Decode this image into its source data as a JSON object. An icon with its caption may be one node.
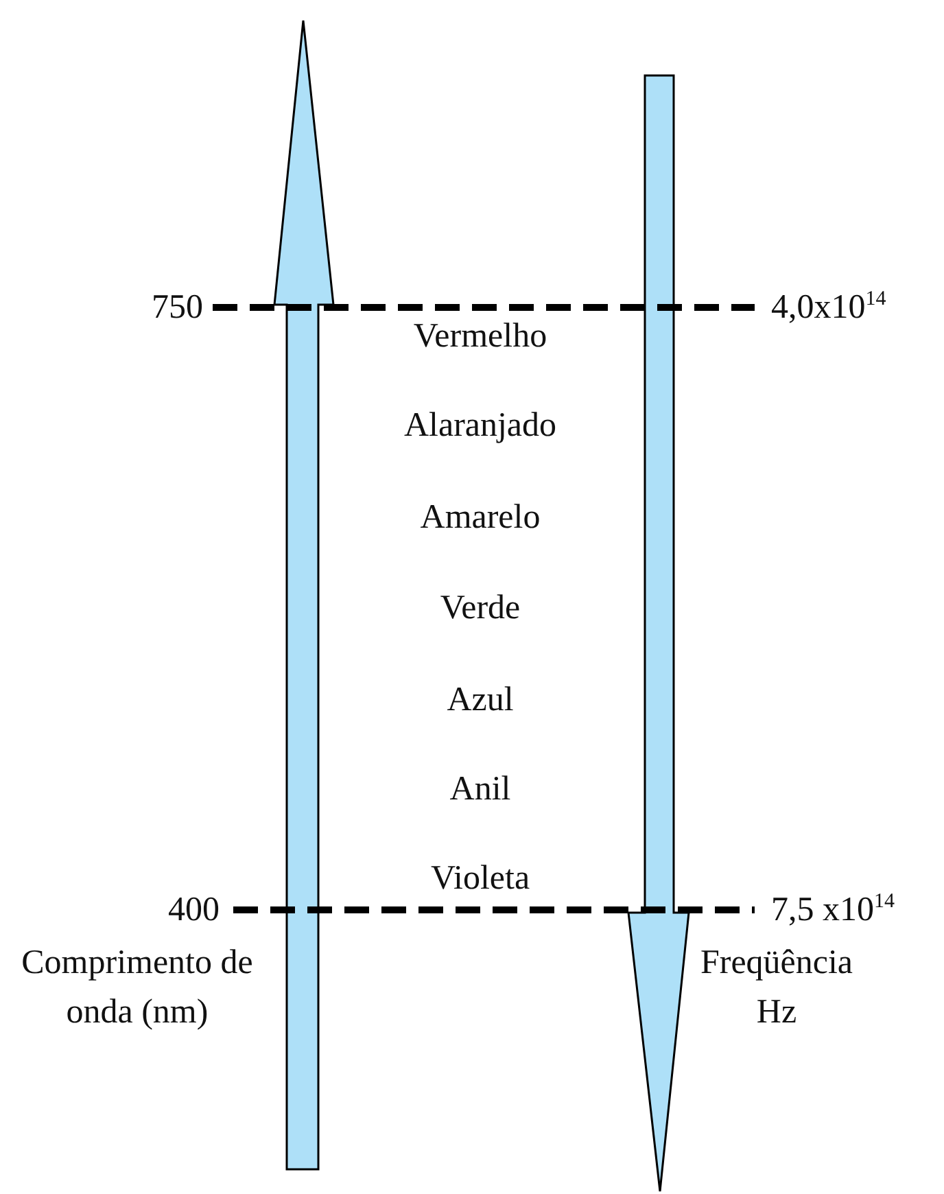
{
  "diagram": {
    "labels": [
      "750",
      "4,0x10$^{14}$",
      "Vermelho",
      "Alaranjado",
      "Amarelo",
      "Verde",
      "Azul",
      "Anil",
      "Violeta",
      "400",
      "7,5 x10$^{14}$",
      "Comprimento de onda (nm)",
      "Freqüência Hz"
    ]
  }
}
